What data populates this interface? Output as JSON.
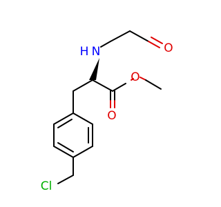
{
  "atoms": {
    "nitrogen": {
      "label": "N",
      "color": "#0000ff"
    },
    "nitrogen_h": {
      "label": "H",
      "color": "#0000ff"
    },
    "carbonyl_oxygen_acetyl": {
      "label": "O",
      "color": "#e00000"
    },
    "ester_oxygen_single": {
      "label": "O",
      "color": "#e00000"
    },
    "ester_oxygen_double": {
      "label": "O",
      "color": "#e00000"
    },
    "chlorine": {
      "label": "Cl",
      "color": "#00b000"
    }
  }
}
